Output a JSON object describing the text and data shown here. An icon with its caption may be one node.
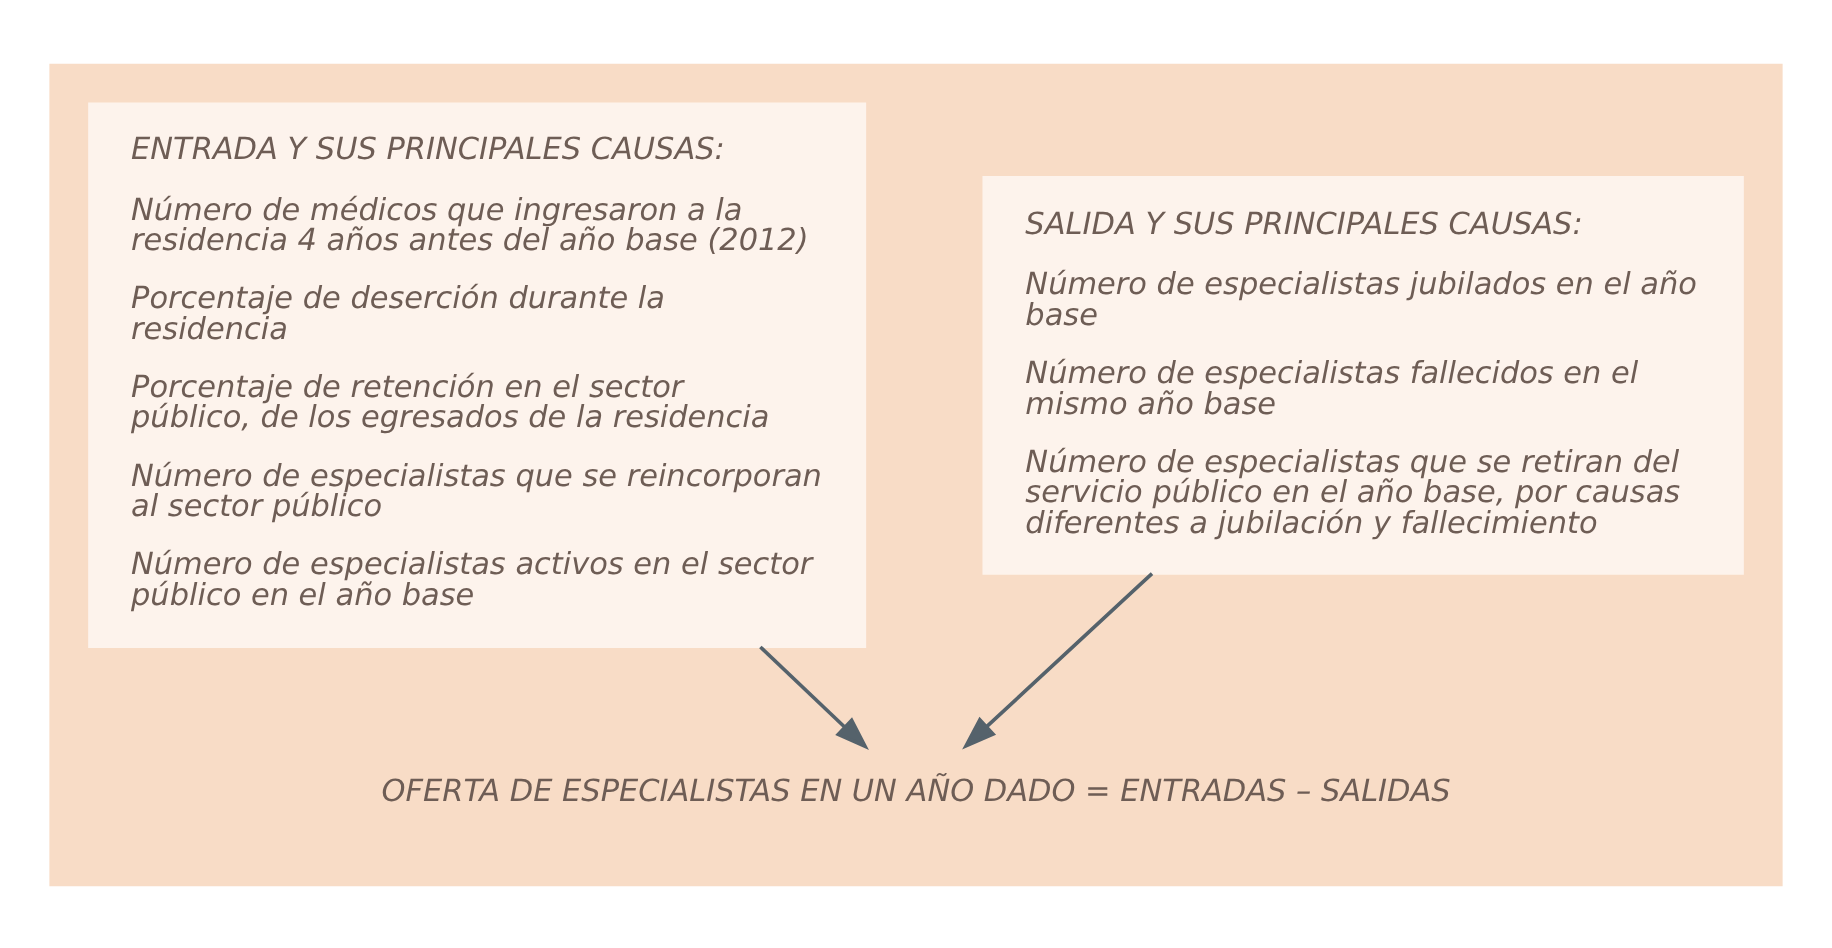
{
  "diagram": {
    "nodes": [
      {
        "text": [],
        "shape": "box"
      },
      {
        "text": [
          "ENTRADA Y SUS PRINCIPALES CAUSAS:",
          "Número de médicos que ingresaron a la residencia 4 años antes del año base (2012)",
          "Porcentaje de deserción durante la residencia",
          "Porcentaje de retención en el sector público, de los egresados de la residencia",
          "Número de especialistas que se reincorporan al sector público",
          "Número de especialistas activos en el sector público en el año base"
        ],
        "in": 0
      },
      {
        "text": [
          "SALIDA Y SUS PRINCIPALES CAUSAS:",
          "Número de especialistas jubilados en el año base",
          "Número de especialistas fallecidos en el mismo año base",
          "Número de especialistas que se retiran del servicio público en el año base, por causas diferentes a jubilación y fallecimiento"
        ],
        "in": 0
      },
      {
        "text": [
          "OFERTA DE ESPECIALISTAS EN UN AÑO DADO = ENTRADAS – SALIDAS"
        ],
        "in": 0
      }
    ],
    "edges": [
      {
        "from": 1,
        "to": 3,
        "arrow": "to"
      },
      {
        "from": 2,
        "to": 3,
        "arrow": "to"
      }
    ]
  }
}
